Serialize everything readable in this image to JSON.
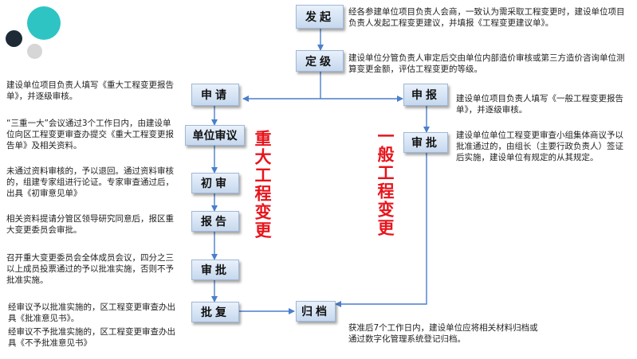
{
  "boxes": {
    "faqi": "发起",
    "dingji": "定级",
    "shenqing": "申请",
    "danwei_shenyi": "单位审议",
    "chushen": "初审",
    "baogao": "报告",
    "shenpi_major": "审批",
    "pifu": "批复",
    "guidang": "归档",
    "shenbao": "申报",
    "shenpi_minor": "审批"
  },
  "labels": {
    "major": "重大工程变更",
    "minor": "一般工程变更"
  },
  "notes": {
    "faqi": "经各参建单位项目负责人会商，一致认为需采取工程变更时，建设单位项目负责人发起工程变更建议，并填报《工程变更建议单》。",
    "dingji": "建设单位分管负责人审定后交由单位内部造价审核或第三方造价咨询单位测算变更金额，评估工程变更的等级。",
    "shenqing": "建设单位项目负责人填写《重大工程变更报告单》，并逐级审核。",
    "danwei_shenyi": "“三重一大”会议通过3个工作日内，由建设单位向区工程变更审查办提交《重大工程变更报告单》及相关资料。",
    "chushen": "未通过资料审核的，予以退回。通过资料审核的，组建专家组进行论证。专家审查通过后，出具《初审意见单》",
    "baogao": "相关资料提请分管区领导研究同意后，报区重大变更委员会审批。",
    "shenpi_major": "召开重大变更委员会全体成员会议，四分之三以上成员投票通过的予以批准实施，否则不予批准实施。",
    "pifu_1": "经审议予以批准实施的，区工程变更审查办出具《批准意见书》。",
    "pifu_2": "经审议不予批准实施的，区工程变更审查办出具《不予批准意见书》",
    "shenbao": "建设单位项目负责人填写《一般工程变更报告单》，并逐级审核。",
    "shenpi_minor": "建设单位单位工程变更审查小组集体商议予以批准通过的，由组长（主要行政负责人）签证后实施，建设单位有规定的从其规定。",
    "guidang": "获准后7个工作日内，建设单位应将相关材料归档或通过数字化管理系统登记归档。"
  },
  "colors": {
    "arrow": "#4a7fcc",
    "label_red": "#e8141c",
    "deco_teal": "#2ec4c4",
    "deco_dark": "#1e2a36",
    "deco_grey": "#d8d8d8"
  }
}
